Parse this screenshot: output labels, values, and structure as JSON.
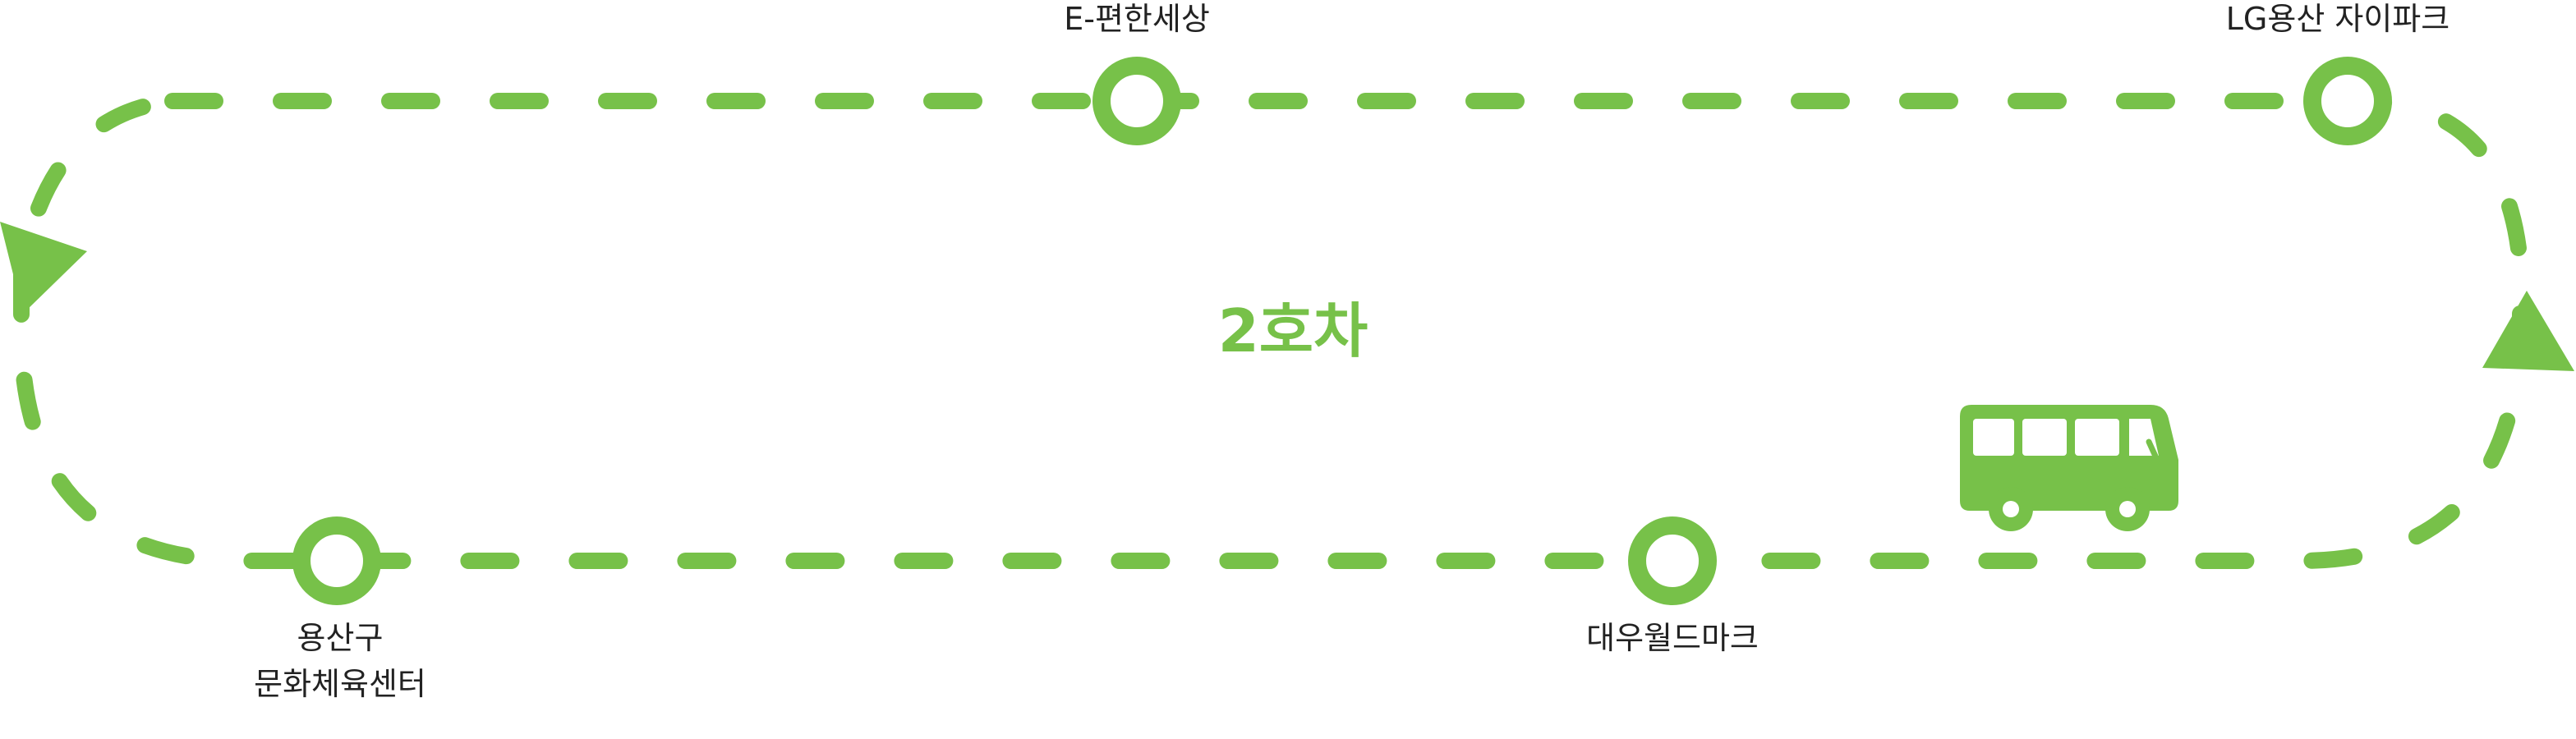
{
  "route": {
    "title": "2호차",
    "color": "#77c149"
  },
  "stops": {
    "top_center": "E-편한세상",
    "top_right": "LG용산 자이파크",
    "bottom_left_line1": "용산구",
    "bottom_left_line2": "문화체육센터",
    "bottom_center": "대우월드마크"
  },
  "icons": {
    "vehicle": "bus-icon",
    "direction": "arrowhead-icon",
    "stop_marker": "circle-stop-icon"
  }
}
